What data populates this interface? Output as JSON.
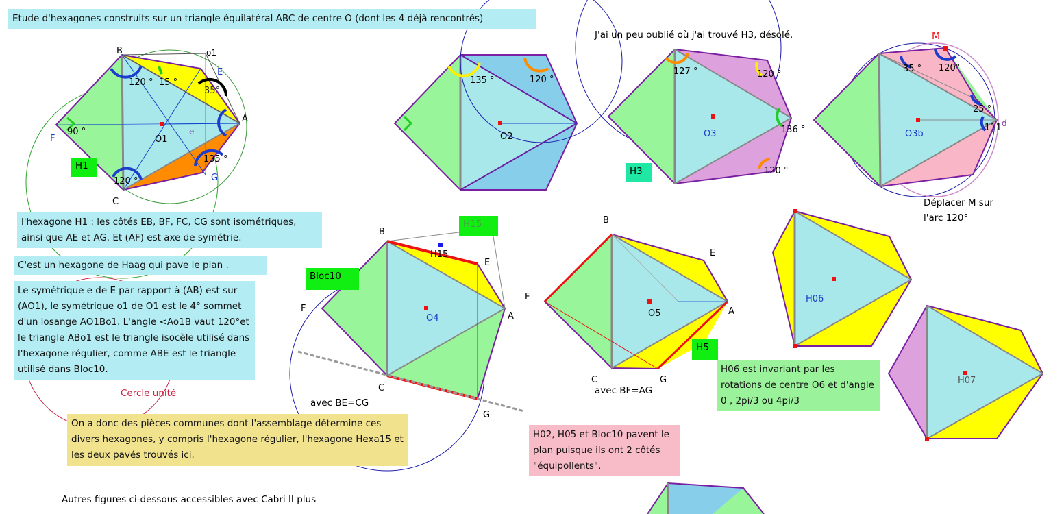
{
  "title": "Etude d'hexagones construits sur un triangle équilatéral ABC de centre O (dont les 4 déjà rencontrés)",
  "note_h3": "J'ai un peu oublié où j'ai trouvé H3, désolé.",
  "tags": {
    "h1": "H1",
    "h3": "H3",
    "h5": "H5",
    "bloc10": "Bloc10",
    "h15_box": "H15"
  },
  "texts": {
    "h1_sides": "l'hexagone H1 : les côtés EB, BF, FC, CG sont isométriques, ainsi que AE et AG. Et (AF) est axe de symétrie.",
    "haag": "C'est un hexagone de Haag qui pave le plan .",
    "symetrique": "Le symétrique e de E par rapport à (AB) est sur (AO1), le symétrique o1 de O1 est le 4° sommet d'un losange AO1Bo1. L'angle <Ao1B vaut 120°et le triangle ABo1 est le triangle isocèle  utilisé dans l'hexagone régulier, comme  ABE est le triangle utilisé dans Bloc10.",
    "cercle_unite": "Cercle unité",
    "pieces": "On a donc des pièces communes dont l'assemblage détermine ces divers hexagones, y compris l'hexagone régulier, l'hexagone Hexa15  et les deux pavés trouvés ici.",
    "pavent": "H02, H05 et Bloc10 pavent le plan puisque ils ont 2 côtés \"équipollents\".",
    "invariant": "H06 est invariant par les rotations de centre O6 et d'angle  0  , 2pi/3 ou 4pi/3",
    "deplacer": "Déplacer M sur l'arc 120°",
    "avec_be": "avec BE=CG",
    "avec_bf": "avec BF=AG",
    "autres": "Autres figures ci-dessous accessibles avec Cabri II plus"
  },
  "labels": {
    "B": "B",
    "A": "A",
    "C": "C",
    "E": "E",
    "F": "F",
    "G": "G",
    "o1": "o1",
    "e": "e",
    "O1": "O1",
    "O2": "O2",
    "O3": "O3",
    "O3b": "O3b",
    "O4": "O4",
    "O5": "O5",
    "H15": "H15",
    "H06": "H06",
    "H07": "H07",
    "M": "M",
    "d": "d"
  },
  "angles": {
    "a120": "120 °",
    "a15": "15 °",
    "a35": "35°",
    "a90": "90 °",
    "a135": "135 °",
    "h2_135": "135 °",
    "h2_120": "120 °",
    "h3_127": "127 °",
    "h3_120a": "120 °",
    "h3_136": "136 °",
    "h3_120b": "120 °",
    "hb_35": "35 °",
    "hb_120": "120°",
    "hb_25": "25 °",
    "hb_111": "111"
  },
  "colors": {
    "cyan": "#a8e8ea",
    "green": "#99f599",
    "yellow": "#ffff00",
    "orange": "#ff8c00",
    "violet": "#dda2dd",
    "pink": "#f9b6c6",
    "blue": "#87ceeb",
    "edge": "#7a1fa2",
    "red": "#ee1111"
  }
}
